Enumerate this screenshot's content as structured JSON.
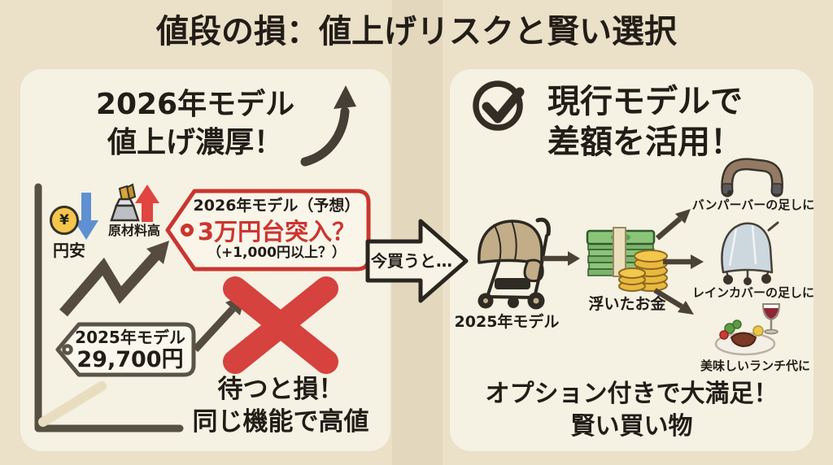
{
  "title": "値段の損：値上げリスクと賢い選択",
  "colors": {
    "background": "#ebe0c8",
    "panel": "#f5f1e3",
    "text": "#221d17",
    "accent_red": "#cc3531",
    "accent_blue": "#5e90d2",
    "arrow_taupe": "#554c3f",
    "coin_yellow": "#f4c64c",
    "money_green": "#8cc47a",
    "coin_gold": "#eab83f"
  },
  "left_panel": {
    "headline_line1": "2026年モデル",
    "headline_line2": "値上げ濃厚！",
    "yen_symbol": "¥",
    "weak_yen_label": "円安",
    "materials_label": "原材料高",
    "forecast_tag": {
      "line1": "2026年モデル（予想）",
      "line2": "3万円台突入？",
      "line3": "（+1,000円以上？）"
    },
    "price_tag": {
      "line1": "2025年モデル",
      "line2": "29,700円"
    },
    "warning_line1": "待つと損！",
    "warning_line2": "同じ機能で高値"
  },
  "connector": {
    "label": "今買うと…"
  },
  "right_panel": {
    "headline_line1": "現行モデルで",
    "headline_line2": "差額を活用！",
    "stroller_label": "2025年モデル",
    "money_label": "浮いたお金",
    "options": [
      {
        "icon": "bumper-bar-icon",
        "label": "バンパーバーの足しに"
      },
      {
        "icon": "rain-cover-icon",
        "label": "レインカバーの足しに"
      },
      {
        "icon": "lunch-icon",
        "label": "美味しいランチ代に"
      }
    ],
    "summary_line1": "オプション付きで大満足！",
    "summary_line2": "賢い買い物"
  }
}
